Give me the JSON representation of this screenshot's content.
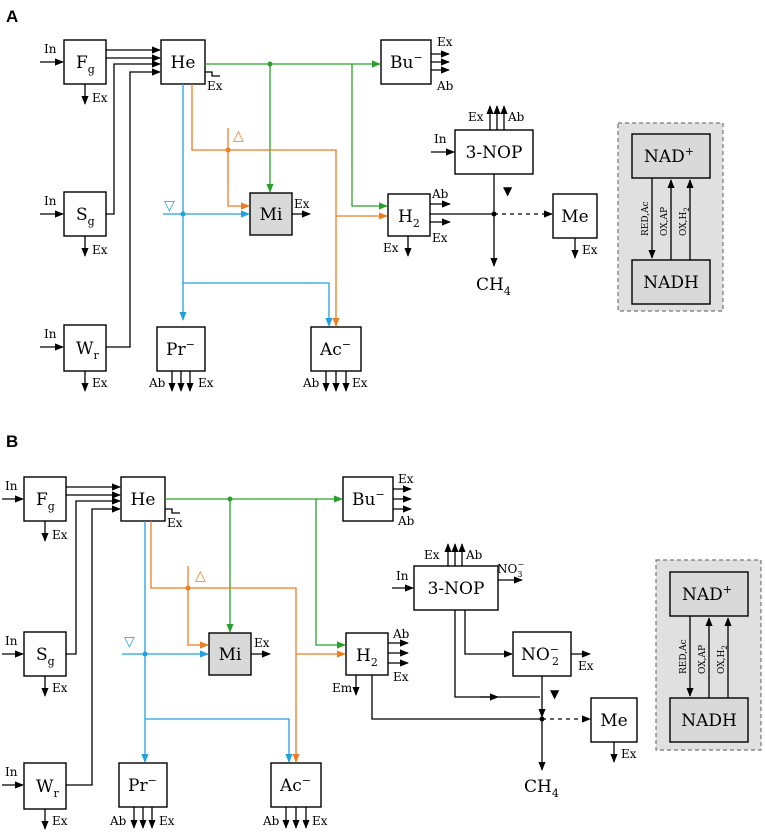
{
  "panels": [
    {
      "label": "A",
      "nodes": {
        "Fg": {
          "main": "F",
          "sub": "g"
        },
        "Sg": {
          "main": "S",
          "sub": "g"
        },
        "Wr": {
          "main": "W",
          "sub": "r"
        },
        "He": {
          "main": "He"
        },
        "Bu": {
          "main": "Bu",
          "sup": "−"
        },
        "Mi": {
          "main": "Mi"
        },
        "Pr": {
          "main": "Pr",
          "sup": "−"
        },
        "Ac": {
          "main": "Ac",
          "sup": "−"
        },
        "H2": {
          "main": "H",
          "sub": "2"
        },
        "NOP": {
          "main": "3-NOP"
        },
        "Me": {
          "main": "Me"
        },
        "CH4": {
          "main": "CH",
          "sub": "4"
        },
        "NADp": {
          "main": "NAD",
          "sup": "+"
        },
        "NADH": {
          "main": "NADH"
        }
      },
      "symbols": {
        "orange_triangle": "△",
        "blue_triangle": "▽",
        "black_triangle": "▼"
      },
      "nad_arrows": {
        "red": "RED,Ac",
        "ox1": "OX,AP",
        "ox2": "OX,H",
        "ox2_sub": "2"
      }
    },
    {
      "label": "B",
      "nodes": {
        "Fg": {
          "main": "F",
          "sub": "g"
        },
        "Sg": {
          "main": "S",
          "sub": "g"
        },
        "Wr": {
          "main": "W",
          "sub": "r"
        },
        "He": {
          "main": "He"
        },
        "Bu": {
          "main": "Bu",
          "sup": "−"
        },
        "Mi": {
          "main": "Mi"
        },
        "Pr": {
          "main": "Pr",
          "sup": "−"
        },
        "Ac": {
          "main": "Ac",
          "sup": "−"
        },
        "H2": {
          "main": "H",
          "sub": "2"
        },
        "NOP": {
          "main": "3-NOP"
        },
        "NO2": {
          "main": "NO",
          "sub": "2",
          "sup": "−"
        },
        "Me": {
          "main": "Me"
        },
        "CH4": {
          "main": "CH",
          "sub": "4"
        },
        "NADp": {
          "main": "NAD",
          "sup": "+"
        },
        "NADH": {
          "main": "NADH"
        }
      },
      "no3": {
        "main": "NO",
        "sub": "3",
        "sup": "−"
      },
      "symbols": {
        "orange_triangle": "△",
        "blue_triangle": "▽",
        "black_triangle": "▼"
      },
      "nad_arrows": {
        "red": "RED,Ac",
        "ox1": "OX,AP",
        "ox2": "OX,H",
        "ox2_sub": "2"
      }
    }
  ],
  "flows": {
    "in": "In",
    "ex": "Ex",
    "ab": "Ab",
    "em": "Em"
  },
  "colors": {
    "green": "#2ca02c",
    "orange": "#ee7d22",
    "blue": "#20a0e0",
    "gray_box": "#d9d9d9",
    "nad_panel": "#e0e0e0"
  }
}
